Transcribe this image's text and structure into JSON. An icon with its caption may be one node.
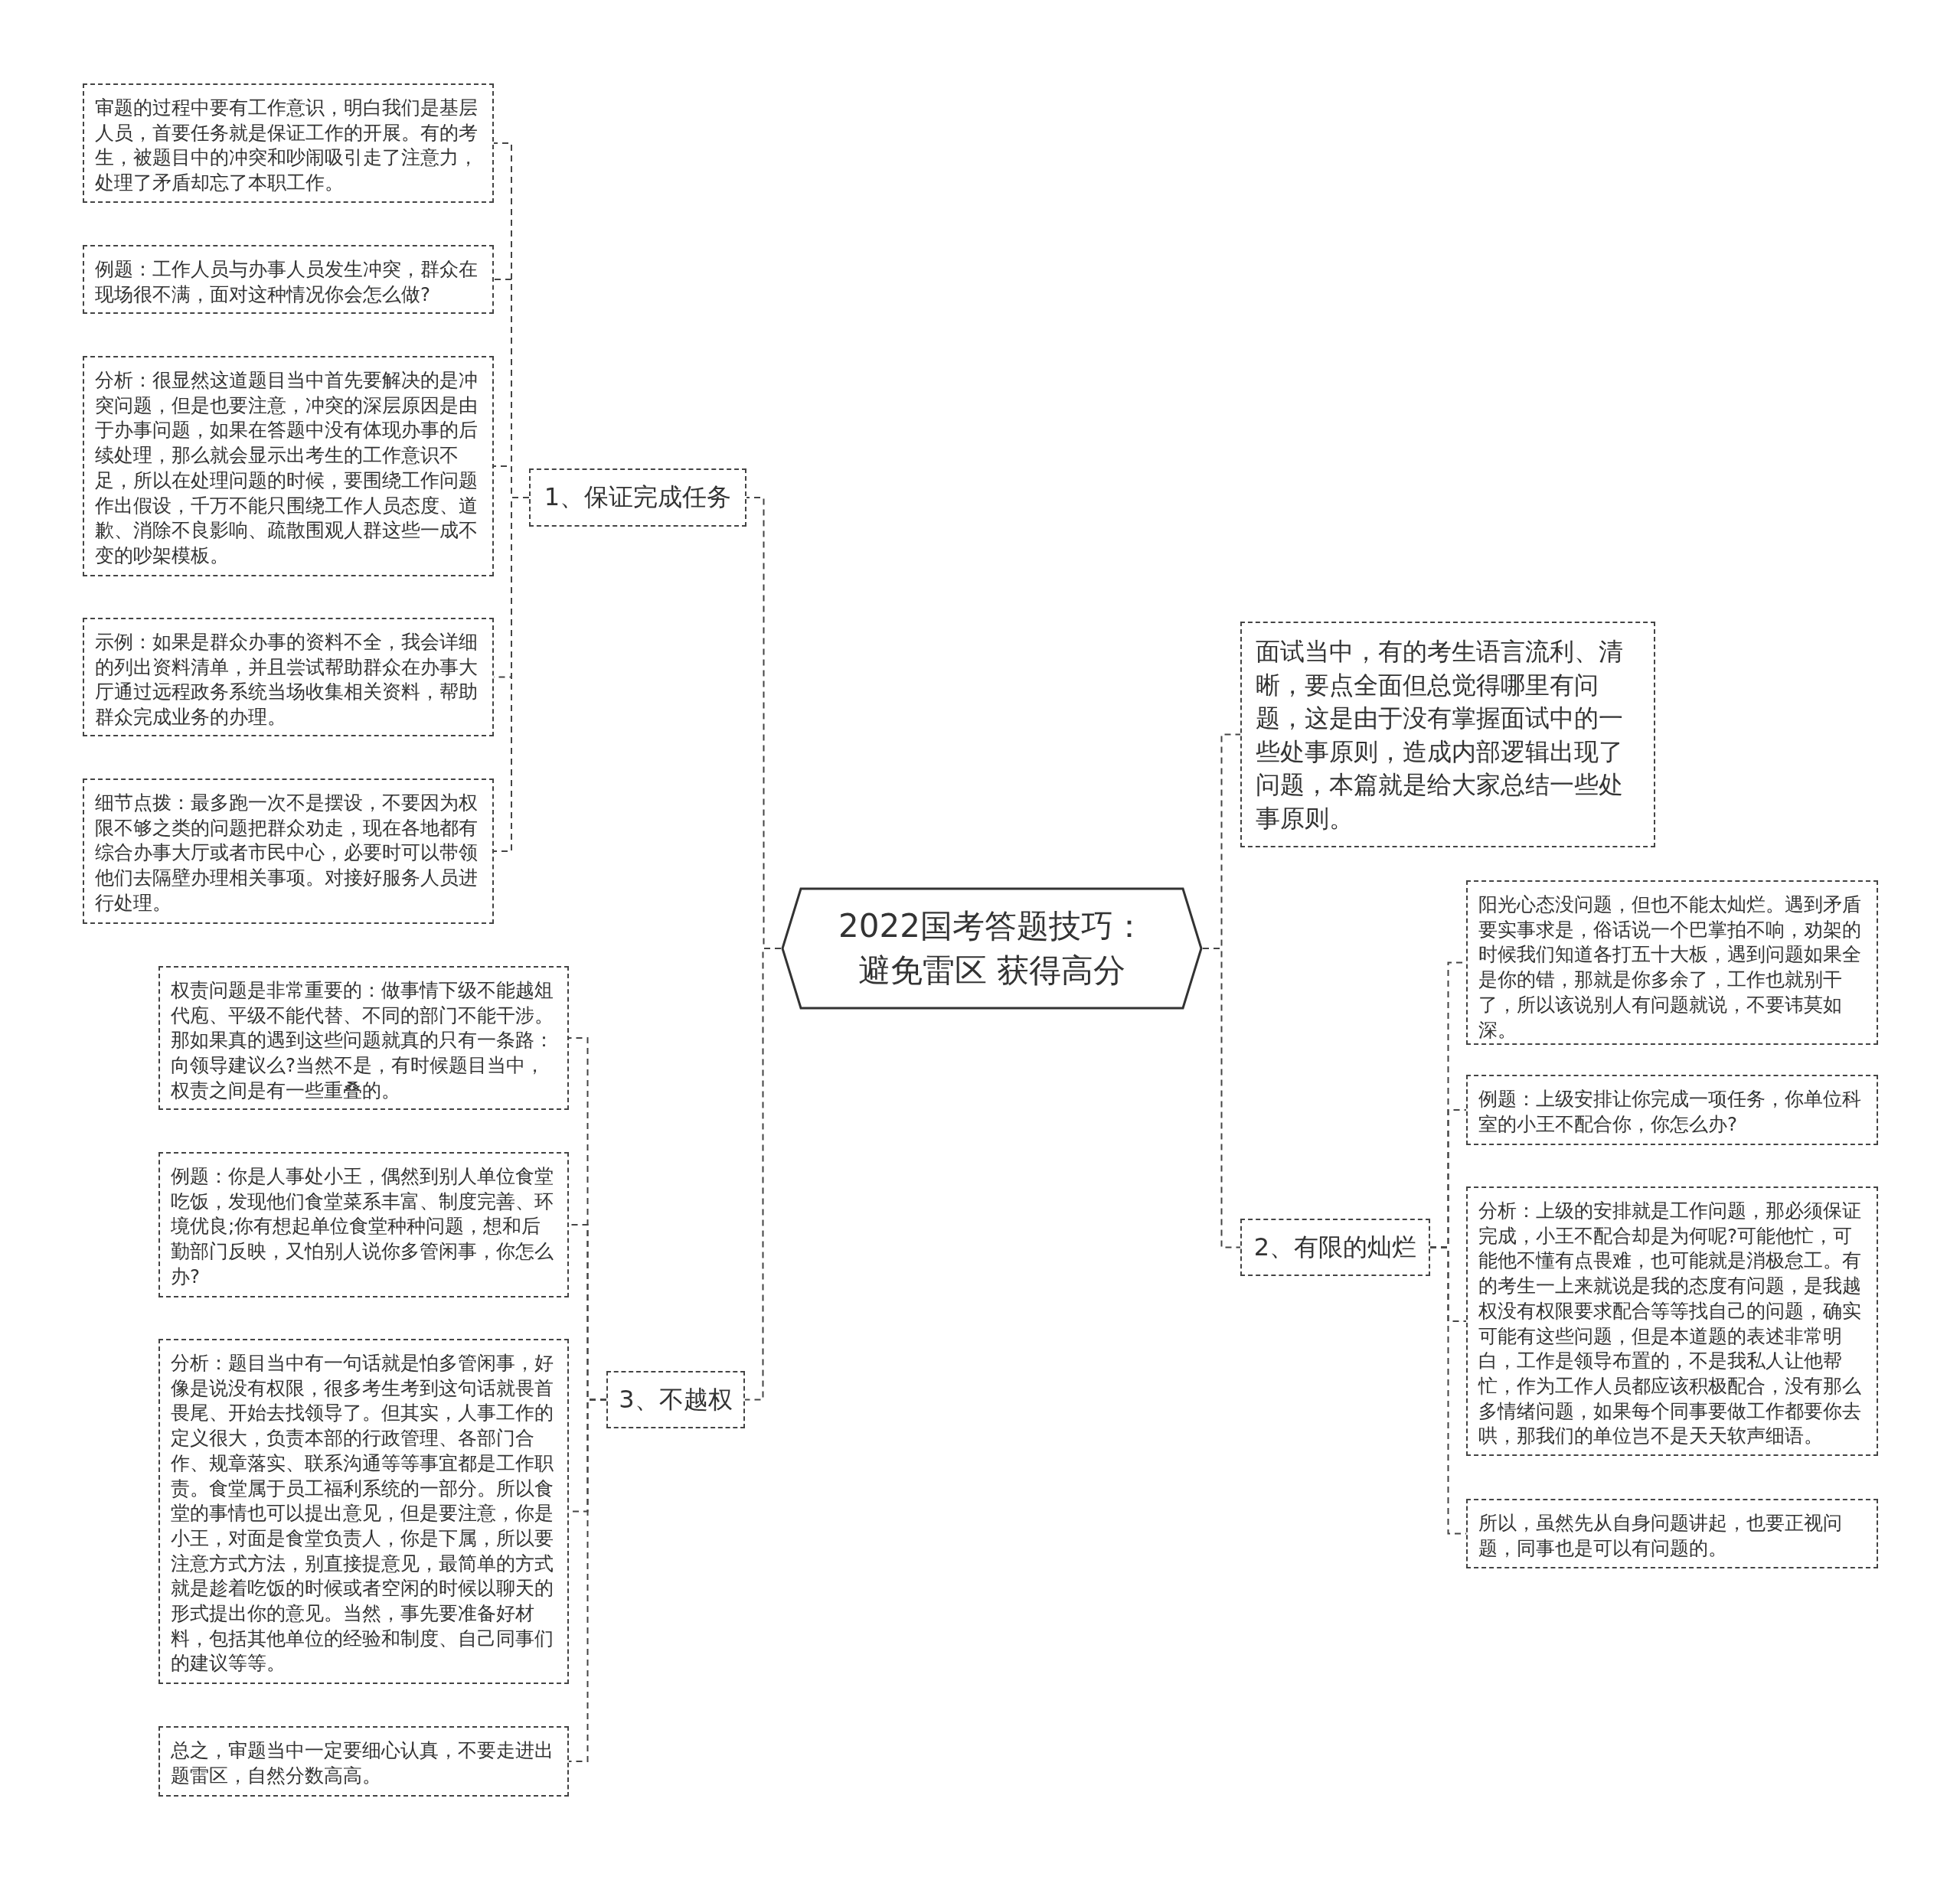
{
  "diagram": {
    "nodes": [
      {
        "text": [
          "2022国考答题技巧：避免雷区 获得高分"
        ]
      },
      {
        "text": [
          "1、保证完成任务"
        ]
      },
      {
        "text": [
          "审题的过程中要有工作意识，明白我们是基层人员，首要任务就是保证工作的开展。有的考生，被题目中的冲突和吵闹吸引走了注意力，处理了矛盾却忘了本职工作。"
        ]
      },
      {
        "text": [
          "例题：工作人员与办事人员发生冲突，群众在现场很不满，面对这种情况你会怎么做?"
        ]
      },
      {
        "text": [
          "分析：很显然这道题目当中首先要解决的是冲突问题，但是也要注意，冲突的深层原因是由于办事问题，如果在答题中没有体现办事的后续处理，那么就会显示出考生的工作意识不足，所以在处理问题的时候，要围绕工作问题作出假设，千万不能只围绕工作人员态度、道歉、消除不良影响、疏散围观人群这些一成不变的吵架模板。"
        ]
      },
      {
        "text": [
          "示例：如果是群众办事的资料不全，我会详细的列出资料清单，并且尝试帮助群众在办事大厅通过远程政务系统当场收集相关资料，帮助群众完成业务的办理。"
        ]
      },
      {
        "text": [
          "细节点拨：最多跑一次不是摆设，不要因为权限不够之类的问题把群众劝走，现在各地都有综合办事大厅或者市民中心，必要时可以带领他们去隔壁办理相关事项。对接好服务人员进行处理。"
        ]
      },
      {
        "text": [
          "3、不越权"
        ]
      },
      {
        "text": [
          "权责问题是非常重要的：做事情下级不能越俎代庖、平级不能代替、不同的部门不能干涉。那如果真的遇到这些问题就真的只有一条路：向领导建议么?当然不是，有时候题目当中，权责之间是有一些重叠的。"
        ]
      },
      {
        "text": [
          "例题：你是人事处小王，偶然到别人单位食堂吃饭，发现他们食堂菜系丰富、制度完善、环境优良;你有想起单位食堂种种问题，想和后勤部门反映，又怕别人说你多管闲事，你怎么办?"
        ]
      },
      {
        "text": [
          "分析：题目当中有一句话就是怕多管闲事，好像是说没有权限，很多考生考到这句话就畏首畏尾、开始去找领导了。但其实，人事工作的定义很大，负责本部的行政管理、各部门合作、规章落实、联系沟通等等事宜都是工作职责。食堂属于员工福利系统的一部分。所以食堂的事情也可以提出意见，但是要注意，你是小王，对面是食堂负责人，你是下属，所以要注意方式方法，别直接提意见，最简单的方式就是趁着吃饭的时候或者空闲的时候以聊天的形式提出你的意见。当然，事先要准备好材料，包括其他单位的经验和制度、自己同事们的建议等等。"
        ]
      },
      {
        "text": [
          "总之，审题当中一定要细心认真，不要走进出题雷区，自然分数高高。"
        ]
      },
      {
        "text": [
          "面试当中，有的考生语言流利、清晰，要点全面但总觉得哪里有问题，这是由于没有掌握面试中的一些处事原则，造成内部逻辑出现了问题，本篇就是给大家总结一些处事原则。"
        ]
      },
      {
        "text": [
          "2、有限的灿烂"
        ]
      },
      {
        "text": [
          "阳光心态没问题，但也不能太灿烂。遇到矛盾要实事求是，俗话说一个巴掌拍不响，劝架的时候我们知道各打五十大板，遇到问题如果全是你的错，那就是你多余了，工作也就别干了，所以该说别人有问题就说，不要讳莫如深。"
        ]
      },
      {
        "text": [
          "例题：上级安排让你完成一项任务，你单位科室的小王不配合你，你怎么办?"
        ]
      },
      {
        "text": [
          "分析：上级的安排就是工作问题，那必须保证完成，小王不配合却是为何呢?可能他忙，可能他不懂有点畏难，也可能就是消极怠工。有的考生一上来就说是我的态度有问题，是我越权没有权限要求配合等等找自己的问题，确实可能有这些问题，但是本道题的表述非常明白，工作是领导布置的，不是我私人让他帮忙，作为工作人员都应该积极配合，没有那么多情绪问题，如果每个同事要做工作都要你去哄，那我们的单位岂不是天天软声细语。"
        ]
      },
      {
        "text": [
          "所以，虽然先从自身问题讲起，也要正视问题，同事也是可以有问题的。"
        ]
      }
    ],
    "edges": [
      {
        "from": 0,
        "to": 1,
        "arrow": "none"
      },
      {
        "from": 1,
        "to": 2,
        "arrow": "none"
      },
      {
        "from": 1,
        "to": 3,
        "arrow": "none"
      },
      {
        "from": 1,
        "to": 4,
        "arrow": "none"
      },
      {
        "from": 1,
        "to": 5,
        "arrow": "none"
      },
      {
        "from": 1,
        "to": 6,
        "arrow": "none"
      },
      {
        "from": 0,
        "to": 7,
        "arrow": "none"
      },
      {
        "from": 7,
        "to": 8,
        "arrow": "none"
      },
      {
        "from": 7,
        "to": 9,
        "arrow": "none"
      },
      {
        "from": 7,
        "to": 10,
        "arrow": "none"
      },
      {
        "from": 7,
        "to": 11,
        "arrow": "none"
      },
      {
        "from": 0,
        "to": 12,
        "arrow": "none"
      },
      {
        "from": 0,
        "to": 13,
        "arrow": "none"
      },
      {
        "from": 13,
        "to": 14,
        "arrow": "none"
      },
      {
        "from": 13,
        "to": 15,
        "arrow": "none"
      },
      {
        "from": 13,
        "to": 16,
        "arrow": "none"
      },
      {
        "from": 13,
        "to": 17,
        "arrow": "none"
      }
    ]
  }
}
